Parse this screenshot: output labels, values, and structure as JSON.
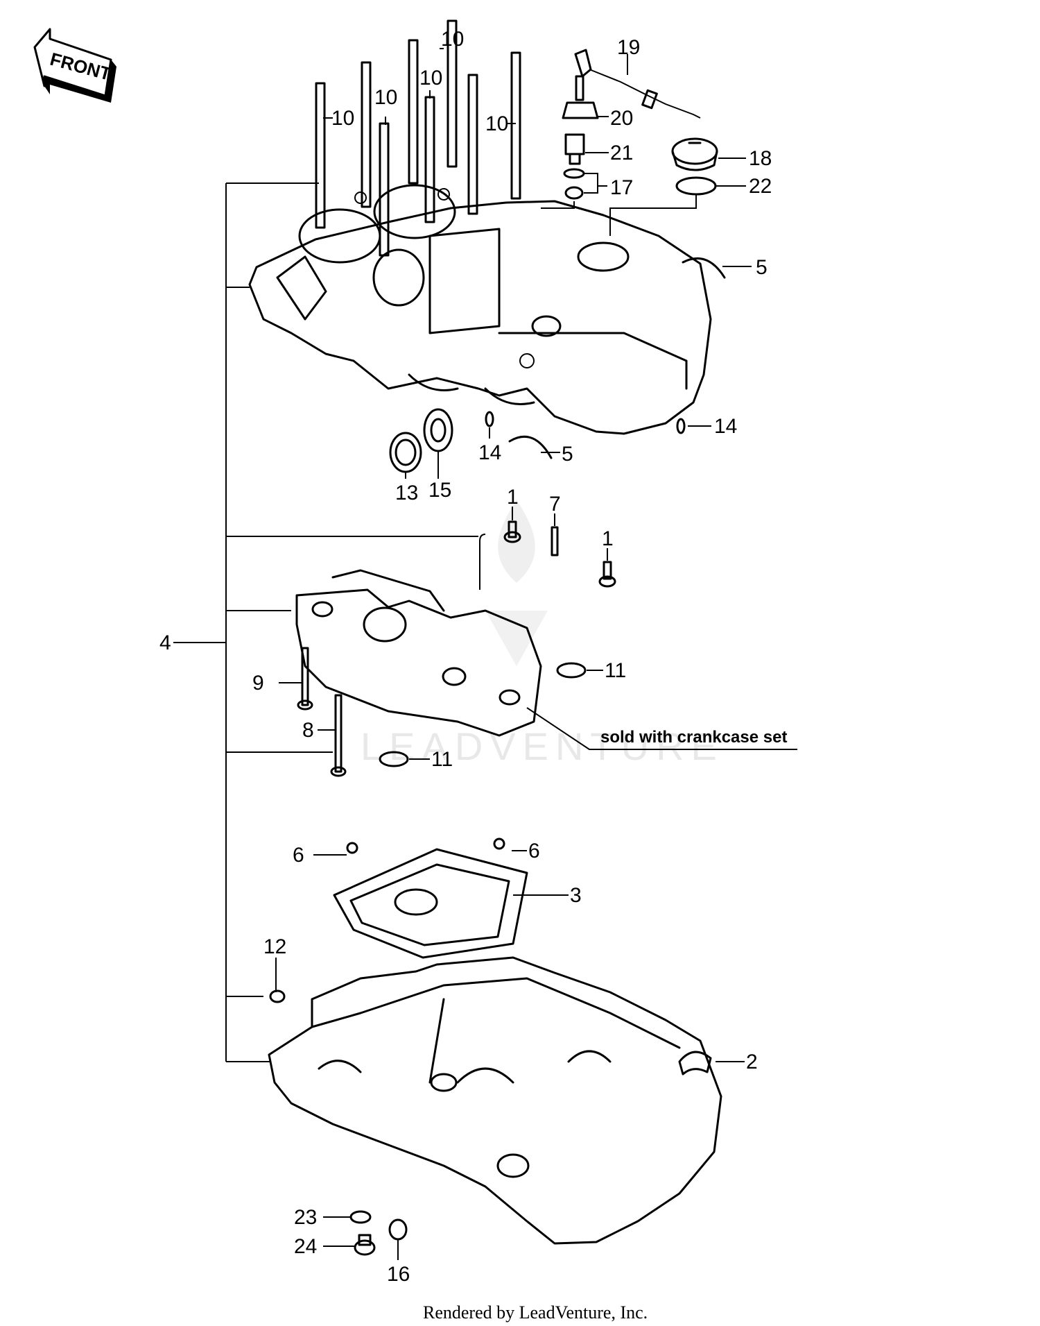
{
  "front_label": "FRONT",
  "watermark": "LEADVENTURE",
  "note": "sold with crankcase set",
  "footer": "Rendered by LeadVenture, Inc.",
  "callouts": {
    "c1a": "1",
    "c1b": "1",
    "c2": "2",
    "c3": "3",
    "c4": "4",
    "c5a": "5",
    "c5b": "5",
    "c6a": "6",
    "c6b": "6",
    "c7": "7",
    "c8": "8",
    "c9": "9",
    "c10a": "10",
    "c10b": "10",
    "c10c": "10",
    "c10d": "10",
    "c10e": "10",
    "c11a": "11",
    "c11b": "11",
    "c12": "12",
    "c13": "13",
    "c14a": "14",
    "c14b": "14",
    "c15": "15",
    "c16": "16",
    "c17": "17",
    "c18": "18",
    "c19": "19",
    "c20": "20",
    "c21": "21",
    "c22": "22",
    "c23": "23",
    "c24": "24"
  }
}
